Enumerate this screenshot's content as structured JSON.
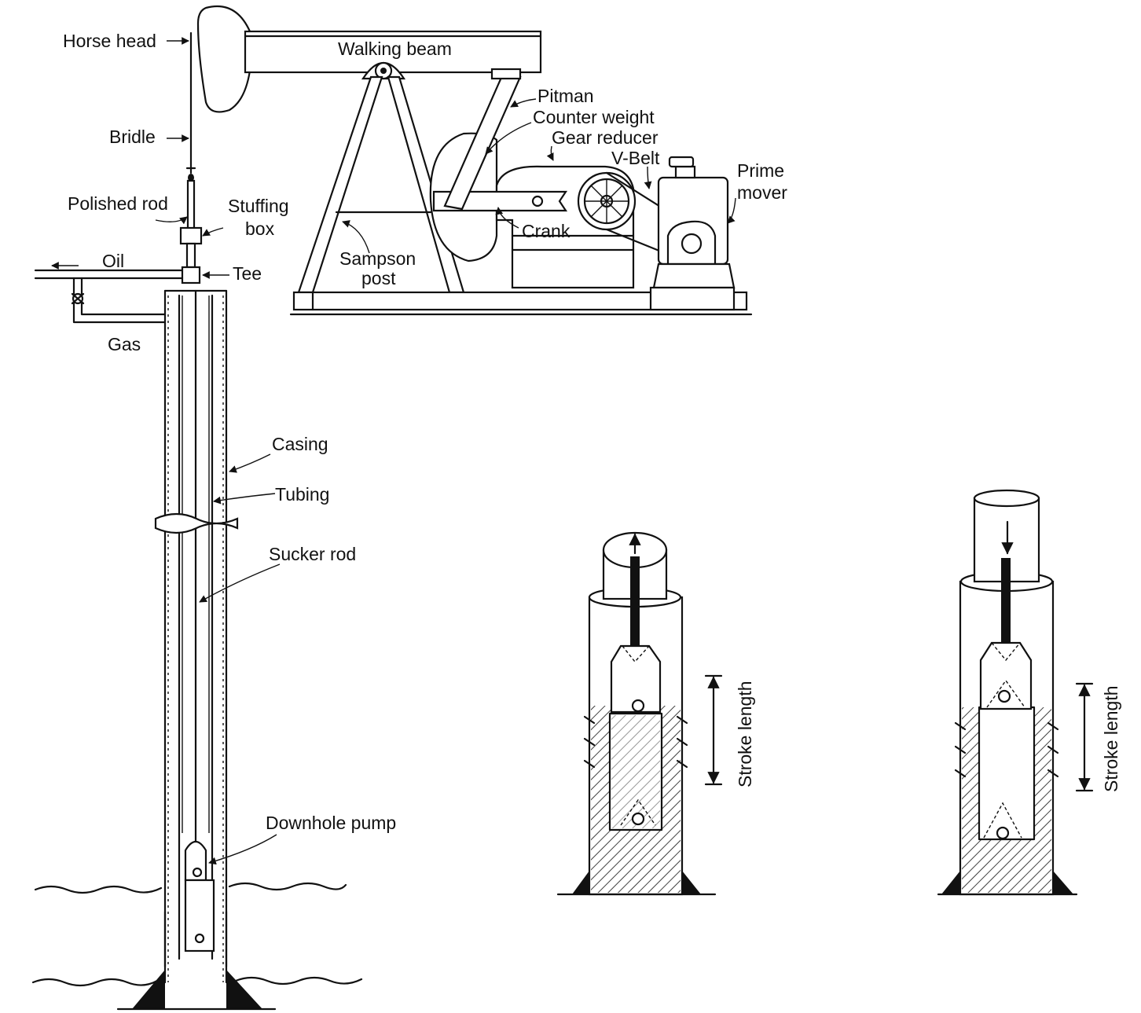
{
  "diagram": {
    "labels": {
      "horse_head": "Horse head",
      "walking_beam": "Walking beam",
      "bridle": "Bridle",
      "pitman": "Pitman",
      "counter_weight": "Counter weight",
      "gear_reducer": "Gear reducer",
      "v_belt": "V-Belt",
      "prime_mover_1": "Prime",
      "prime_mover_2": "mover",
      "polished_rod": "Polished rod",
      "stuffing_box_1": "Stuffing",
      "stuffing_box_2": "box",
      "crank": "Crank",
      "oil": "Oil",
      "tee": "Tee",
      "sampson_post_1": "Sampson",
      "sampson_post_2": "post",
      "gas": "Gas",
      "casing": "Casing",
      "tubing": "Tubing",
      "sucker_rod": "Sucker rod",
      "downhole_pump": "Downhole pump",
      "stroke_length_up": "Stroke length",
      "stroke_length_down": "Stroke length"
    },
    "colors": {
      "ink": "#111111",
      "paper": "#ffffff"
    }
  }
}
